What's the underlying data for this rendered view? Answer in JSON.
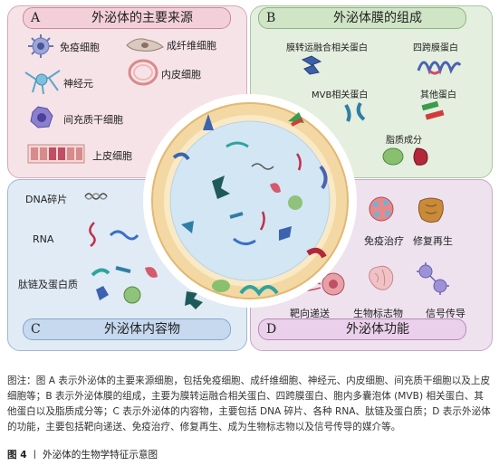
{
  "panel_a": {
    "letter": "A",
    "title": "外泌体的主要来源",
    "items": [
      "免疫细胞",
      "成纤维细胞",
      "神经元",
      "内皮细胞",
      "间充质干细胞",
      "上皮细胞"
    ]
  },
  "panel_b": {
    "letter": "B",
    "title": "外泌体膜的组成",
    "items": [
      "膜转运融合相关蛋白",
      "四跨膜蛋白",
      "MVB相关蛋白",
      "其他蛋白",
      "脂质成分"
    ]
  },
  "panel_c": {
    "letter": "C",
    "title": "外泌体内容物",
    "items": [
      "DNA碎片",
      "RNA",
      "肽链及蛋白质"
    ]
  },
  "panel_d": {
    "letter": "D",
    "title": "外泌体功能",
    "items": [
      "免疫治疗",
      "修复再生",
      "靶向递送",
      "生物标志物",
      "信号传导"
    ]
  },
  "caption": "图注：图 A 表示外泌体的主要来源细胞，包括免疫细胞、成纤维细胞、神经元、内皮细胞、间充质干细胞以及上皮细胞等；B 表示外泌体膜的组成，主要为膜转运融合相关蛋白、四跨膜蛋白、胞内多囊泡体 (MVB) 相关蛋白、其他蛋白以及脂质成分等；C 表示外泌体的内容物，主要包括 DNA 碎片、各种 RNA、肽链及蛋白质；D 表示外泌体的功能，主要包括靶向递送、免疫治疗、修复再生、成为生物标志物以及信号传导的媒介等。",
  "figure_title": {
    "number": "图 4",
    "separator": "丨",
    "text": "外泌体的生物学特征示意图"
  },
  "colors": {
    "panel_a": "#f6e3e8",
    "panel_b": "#e4efdf",
    "panel_c": "#e1ebf5",
    "panel_d": "#efe2ef",
    "membrane": "#f3d8a4",
    "vesicle_core": "#cfe4f2"
  }
}
